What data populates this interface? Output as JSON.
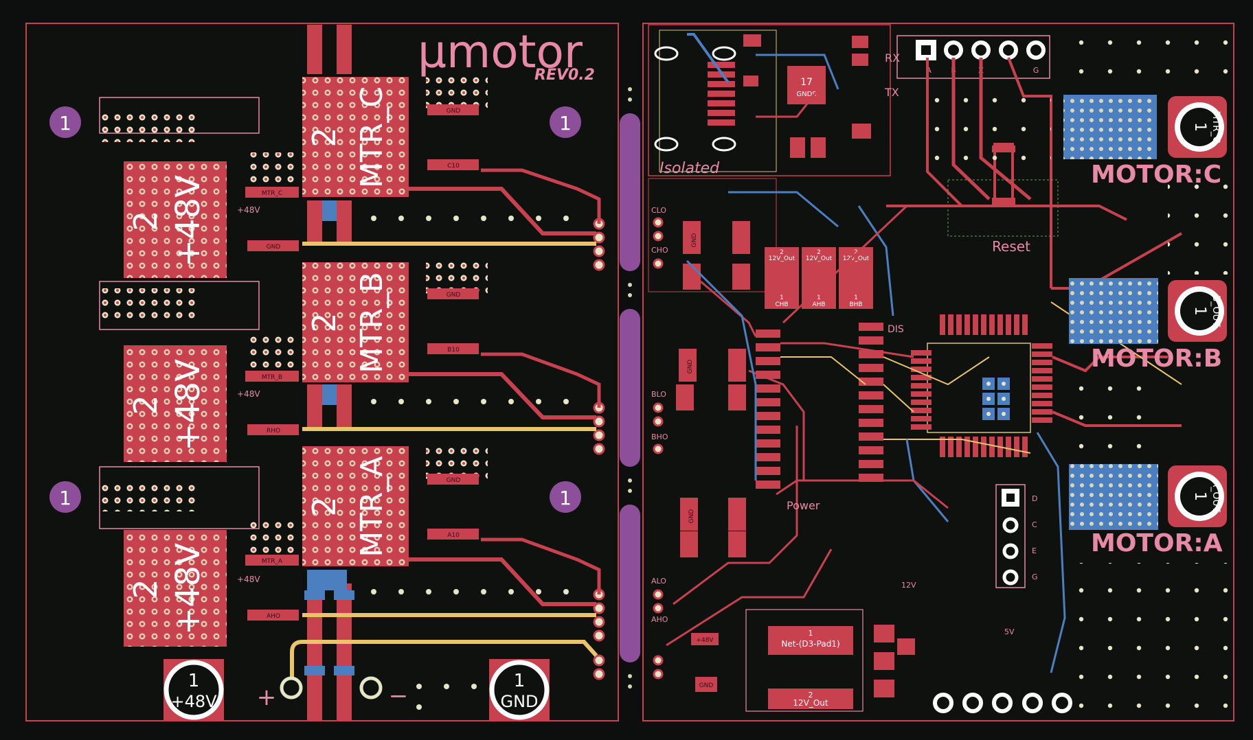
{
  "title": {
    "brand": "µmotor",
    "revision": "REV0.2"
  },
  "fiducial": "1",
  "left_board": {
    "motor_blocks": [
      {
        "pad_number": "2",
        "label": "MTR_C"
      },
      {
        "pad_number": "2",
        "label": "MTR_B"
      },
      {
        "pad_number": "2",
        "label": "MTR_A"
      }
    ],
    "supply_pads": [
      {
        "pad_number": "2",
        "label": "+48V"
      },
      {
        "pad_number": "2",
        "label": "+48V"
      },
      {
        "pad_number": "2",
        "label": "+48V"
      }
    ],
    "small_labels": {
      "gnd": "GND",
      "c10": "C10",
      "b10": "B10",
      "a10": "A10",
      "mtr_c": "MTR_C",
      "mtr_b": "MTR_B",
      "mtr_a": "MTR_A",
      "plus48": "+48V",
      "gnd_top": "GND",
      "rho": "RHO",
      "aho": "AHO"
    },
    "terminals": [
      {
        "pad_number": "1",
        "label": "+48V"
      },
      {
        "pad_number": "1",
        "label": "GND"
      }
    ],
    "polarity": {
      "plus": "+",
      "minus": "−"
    }
  },
  "right_board": {
    "isolated_label": "Isolated",
    "isolated_chip": {
      "number": "17",
      "label": "GNDS"
    },
    "header_pins": [
      "A",
      "B",
      "Z",
      "G"
    ],
    "serial": {
      "rx": "RX",
      "tx": "TX"
    },
    "reset_label": "Reset",
    "power_label": "Power",
    "dis_label": "DIS",
    "rail_12v": "12V",
    "rail_5v": "5V",
    "pin_labels": {
      "clo": "CLO",
      "cho": "CHO",
      "blo": "BLO",
      "bho": "BHO",
      "alo": "ALO",
      "aho": "AHO"
    },
    "caps": [
      {
        "top": "2",
        "top_label": "12V_Out",
        "bottom": "1",
        "bottom_label": "CHB"
      },
      {
        "top": "2",
        "top_label": "12V_Out",
        "bottom": "1",
        "bottom_label": "AHB"
      },
      {
        "top": "2",
        "top_label": "12V_Out",
        "bottom": "1",
        "bottom_label": "BHB"
      }
    ],
    "diode": {
      "pad1": "1",
      "net": "Net-(D3-Pad1)",
      "pad2": "2",
      "out": "12V_Out"
    },
    "small": {
      "plus48": "+48V",
      "gnd": "GND",
      "one": "1",
      "two": "2"
    },
    "debug_pins": [
      "D",
      "C",
      "E",
      "G"
    ],
    "motor_outputs": [
      {
        "label": "MOTOR:C",
        "pad_number": "1",
        "net": "MTR_C"
      },
      {
        "label": "MOTOR:B",
        "pad_number": "1",
        "net": "B_OUT"
      },
      {
        "label": "MOTOR:A",
        "pad_number": "1",
        "net": "A_OUT"
      }
    ]
  },
  "colors": {
    "background": "#0d0f0e",
    "copper_front": "#c8414f",
    "copper_back": "#4c7fc0",
    "silkscreen": "#e88aa6",
    "outline": "#d9c27a",
    "slot": "#8d4f9a",
    "trace_yellow": "#e9c46a"
  }
}
